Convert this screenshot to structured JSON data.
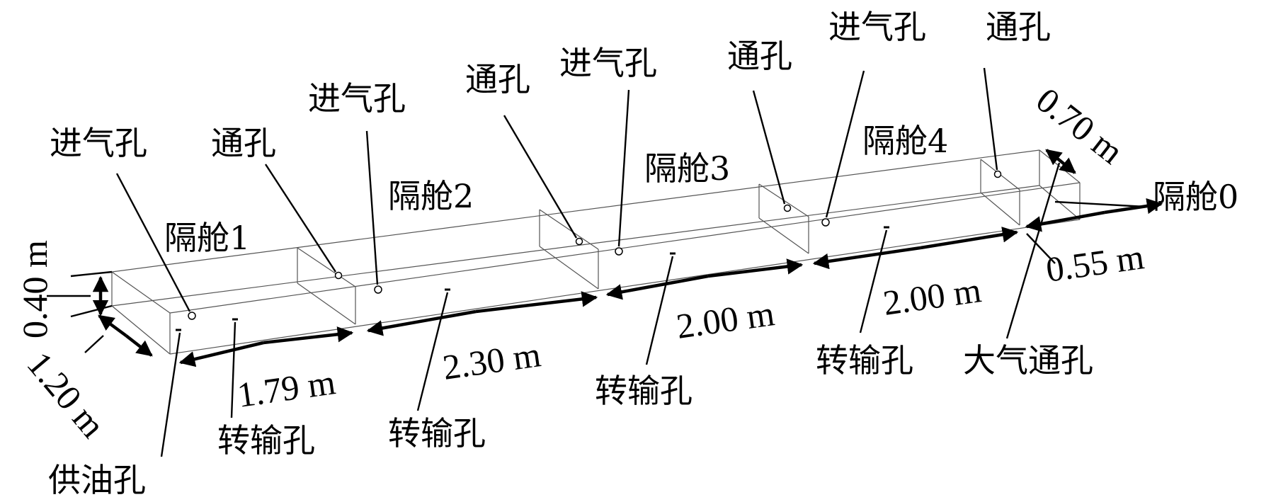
{
  "compartments": [
    "隔舱1",
    "隔舱2",
    "隔舱3",
    "隔舱4",
    "隔舱0"
  ],
  "hole_labels": {
    "intake": "进气孔",
    "vent": "通孔",
    "transfer": "转输孔",
    "supply": "供油孔",
    "atmosphere": "大气通孔"
  },
  "dimensions": {
    "height": "0.40 m",
    "width": "1.20 m",
    "len_c1": "1.79 m",
    "len_c2": "2.30 m",
    "len_c3": "2.00 m",
    "len_c4": "2.00 m",
    "len_c0": "0.55 m",
    "depth_c0": "0.70 m"
  },
  "colors": {
    "ink": "#000000",
    "edge": "#555555",
    "background": "#ffffff"
  }
}
